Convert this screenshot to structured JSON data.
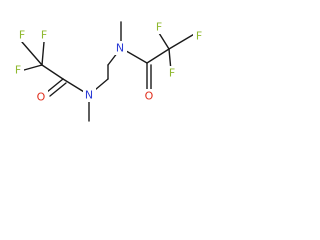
{
  "structure": {
    "colors": {
      "bond": "#1a1a1a",
      "F": "#8fb82f",
      "O": "#e0301e",
      "N": "#2a3bd6"
    },
    "atoms": [
      {
        "id": "f1",
        "element": "F",
        "label": "F"
      },
      {
        "id": "f2",
        "element": "F",
        "label": "F"
      },
      {
        "id": "f3",
        "element": "F",
        "label": "F"
      },
      {
        "id": "o1",
        "element": "O",
        "label": "O"
      },
      {
        "id": "n1",
        "element": "N",
        "label": "N"
      },
      {
        "id": "n2",
        "element": "N",
        "label": "N"
      },
      {
        "id": "o2",
        "element": "O",
        "label": "O"
      },
      {
        "id": "f4",
        "element": "F",
        "label": "F"
      },
      {
        "id": "f5",
        "element": "F",
        "label": "F"
      },
      {
        "id": "f6",
        "element": "F",
        "label": "F"
      }
    ]
  }
}
